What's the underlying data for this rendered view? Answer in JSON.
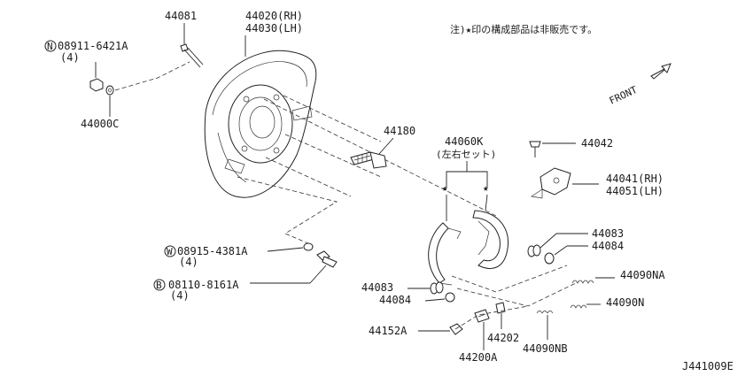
{
  "note": "注)★印の構成部品は非販売です。",
  "front_label": "FRONT",
  "diagram_code": "J441009E",
  "callouts": {
    "p44081": "44081",
    "p44020": "44020(RH)",
    "p44030": "44030(LH)",
    "n08911": "08911-6421A",
    "n08911_qty": "(4)",
    "p44000c": "44000C",
    "p44180": "44180",
    "p44060k": "44060K",
    "p44060k_sub": "(左右セット)",
    "p44042": "44042",
    "p44041": "44041(RH)",
    "p44051": "44051(LH)",
    "p44083_r": "44083",
    "p44084_r": "44084",
    "p44090na": "44090NA",
    "p44090n": "44090N",
    "w08915": "08915-4381A",
    "w08915_qty": "(4)",
    "b08110": "08110-8161A",
    "b08110_qty": "(4)",
    "p44083_l": "44083",
    "p44084_l": "44084",
    "p44152a": "44152A",
    "p44202": "44202",
    "p44200a": "44200A",
    "p44090nb": "44090NB"
  },
  "prefix_letters": {
    "n": "N",
    "w": "W",
    "b": "B"
  },
  "star": "★",
  "icons": {
    "front_arrow": "front-arrow-icon",
    "star": "star-marker-icon"
  }
}
